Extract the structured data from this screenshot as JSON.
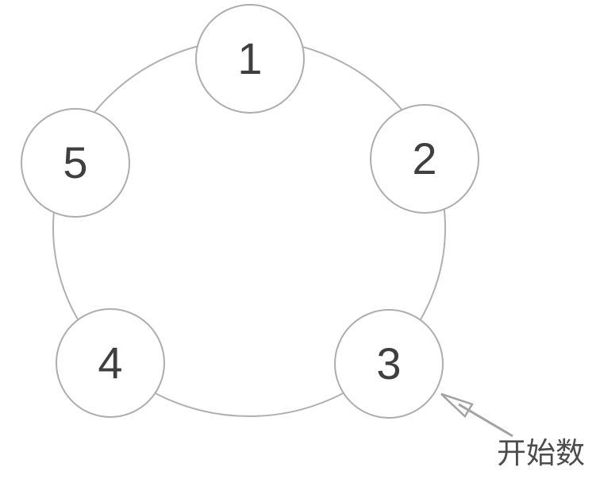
{
  "nodes": [
    {
      "label": "1"
    },
    {
      "label": "2"
    },
    {
      "label": "3"
    },
    {
      "label": "4"
    },
    {
      "label": "5"
    }
  ],
  "annotation": {
    "label": "开始数"
  },
  "colors": {
    "background": "#ffffff",
    "ring_stroke": "#b0b0b0",
    "node_border": "#adadad",
    "node_fill": "#ffffff",
    "node_text": "#3f3f3f",
    "arrow_stroke": "#a3a3a3",
    "annotation_text": "#4c4c4c"
  }
}
